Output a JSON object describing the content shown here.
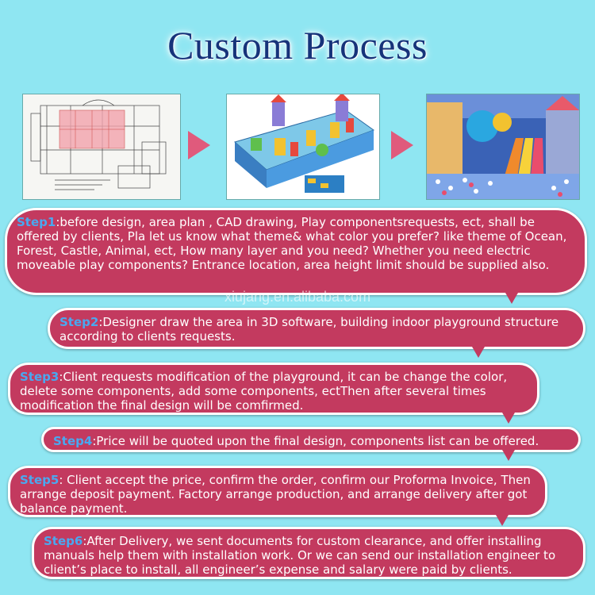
{
  "title": "Custom Process",
  "watermark": "xiujang.en.alibaba.com",
  "steps": [
    {
      "label": "Step1",
      "text": ":before design, area plan , CAD drawing, Play componentsrequests, ect, shall be offered by clients, Pla let us know what theme& what color you prefer? like theme of Ocean, Forest, Castle, Animal, ect, How many layer and you need? Whether you need electric moveable play components? Entrance location, area height limit should be supplied also."
    },
    {
      "label": "Step2",
      "text": ":Designer draw the area in 3D software, building indoor playground structure according to clients requests."
    },
    {
      "label": "Step3",
      "text": ":Client requests modification of the playground, it can be change the color, delete some components, add some components, ectThen after several times modification the final design will be comfirmed."
    },
    {
      "label": "Step4",
      "text": ":Price will be quoted upon the final design, components list can be offered."
    },
    {
      "label": "Step5",
      "text": ": Client accept the price, confirm the order, confirm our Proforma Invoice, Then arrange deposit payment. Factory arrange production, and arrange delivery after got balance payment."
    },
    {
      "label": "Step6",
      "text": ":After Delivery, we sent documents for custom clearance, and offer installing manuals help them with installation work. Or we can send our installation engineer to client’s place to install, all engineer’s expense and salary were paid by clients."
    }
  ],
  "colors": {
    "background": "#8fe6f2",
    "bubble": "#c33a5f",
    "step_label": "#4aa8f0",
    "title": "#16337a",
    "arrow": "#e05a7c"
  }
}
